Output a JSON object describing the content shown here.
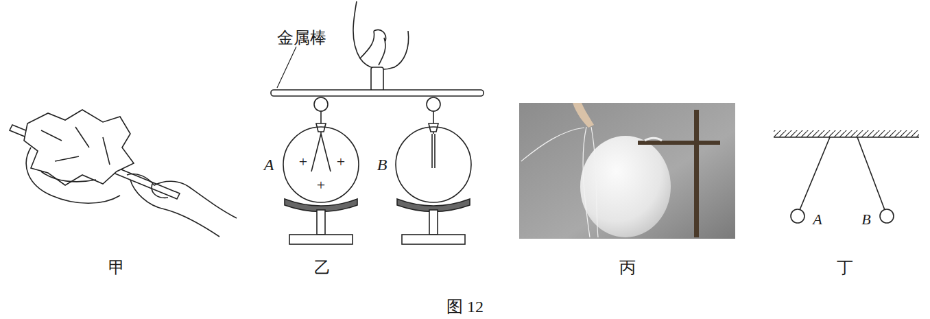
{
  "diagram": {
    "caption": "图 12",
    "labels": [
      "金属棒",
      "A",
      "+",
      "+",
      "+",
      "B",
      "A",
      "B",
      "甲",
      "乙",
      "丙",
      "丁"
    ]
  }
}
